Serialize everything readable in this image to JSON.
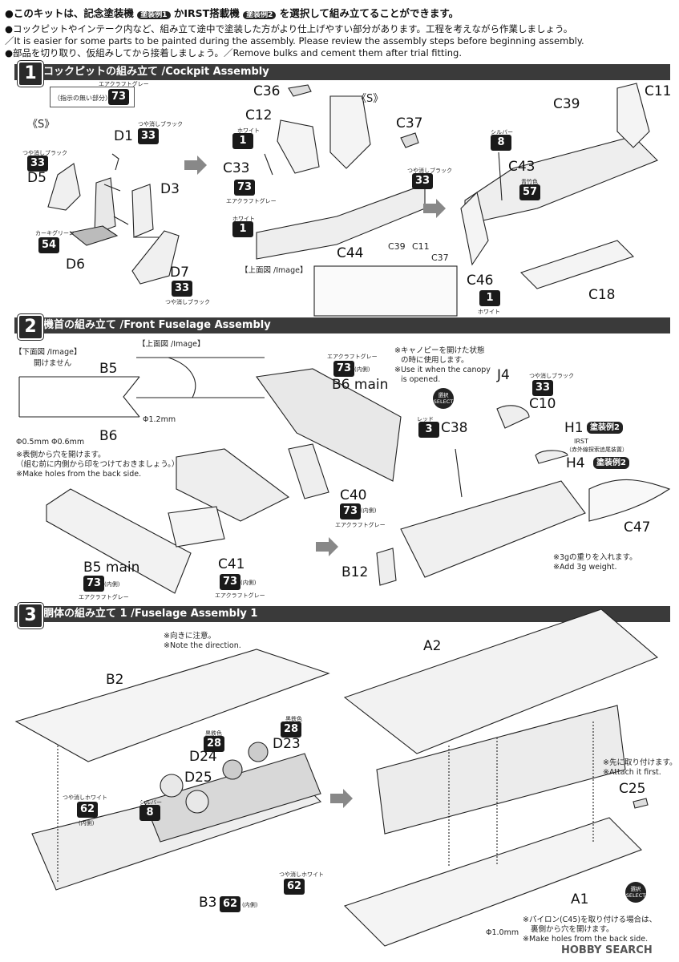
{
  "intro": {
    "line1": "●このキットは、記念塗装機",
    "line1_badge1": "塗装例1",
    "line1_mid": "かIRST搭載機",
    "line1_badge2": "塗装例2",
    "line1_end": "を選択して組み立てることができます。",
    "line2": "●コックピットやインテーク内など、組み立て途中で塗装した方がより仕上げやすい部分があります。工程を考えながら作業しましょう。",
    "line3": "／It is easier for some parts to be painted during the assembly. Please review the assembly steps before beginning assembly.",
    "line4": "●部品を切り取り、仮組みしてから接着しましょう。／Remove bulks and cement them after trial fitting."
  },
  "sections": [
    {
      "num": "1",
      "title": "コックピットの組み立て /Cockpit Assembly"
    },
    {
      "num": "2",
      "title": "機首の組み立て /Front Fuselage Assembly"
    },
    {
      "num": "3",
      "title": "胴体の組み立て 1 /Fuselage Assembly 1"
    }
  ],
  "step1": {
    "legend_label": "エアクラフトグレー",
    "legend_note": "（指示の無い部分）",
    "legend_code": "73",
    "s_left": "《S》",
    "s_mid": "《S》",
    "image_label": "【上面図 /Image】",
    "callouts": [
      {
        "part": "D1",
        "code": "33",
        "color": "つや消しブラック"
      },
      {
        "part": "D5",
        "code": "33",
        "color": "つや消しブラック"
      },
      {
        "part": "D3",
        "code": "",
        "color": ""
      },
      {
        "part": "D6",
        "code": "54",
        "color": "カーキグリーン"
      },
      {
        "part": "D7",
        "code": "33",
        "color": "つや消しブラック"
      },
      {
        "part": "C36",
        "code": "",
        "color": ""
      },
      {
        "part": "C12",
        "code": "1",
        "color": "ホワイト"
      },
      {
        "part": "C33",
        "code": "73",
        "color": "エアクラフトグレー"
      },
      {
        "part": "base",
        "code": "1",
        "color": "ホワイト"
      },
      {
        "part": "C37",
        "code": "33",
        "color": "つや消しブラック"
      },
      {
        "part": "C44",
        "code": "",
        "color": ""
      },
      {
        "part": "C39",
        "code": "",
        "color": ""
      },
      {
        "part": "C11",
        "code": "",
        "color": ""
      },
      {
        "part": "C43",
        "code": "8",
        "color": "シルバー"
      },
      {
        "part": "C43b",
        "code": "57",
        "color": "青竹色"
      },
      {
        "part": "C46",
        "code": "1",
        "color": "ホワイト"
      },
      {
        "part": "C18",
        "code": "",
        "color": ""
      }
    ],
    "image_tags": [
      "C39",
      "C11",
      "C37"
    ]
  },
  "step2": {
    "bottom_image": "【下面図 /Image】",
    "top_image": "【上面図 /Image】",
    "not_open": "開けません",
    "dia1": "Φ0.5mm",
    "dia2": "Φ0.6mm",
    "dia3": "Φ1.2mm",
    "hole_note_jp": "※表側から穴を開けます。",
    "hole_note_jp2": "（組む前に内側から印をつけておきましょう。）",
    "hole_note_en": "※Make holes from the back side.",
    "canopy_note_jp": "※キャノピーを開けた状態",
    "canopy_note_jp2": "の時に使用します。",
    "canopy_note_en": "※Use it when the canopy",
    "canopy_note_en2": "is opened.",
    "select": "選択 SELECT",
    "weight_jp": "※3gの重りを入れます。",
    "weight_en": "※Add 3g weight.",
    "irst": "IRST",
    "irst_jp": "（赤外線探索追尾装置）",
    "opt2": "塗装例2",
    "parts": [
      {
        "part": "B5",
        "code": "",
        "color": ""
      },
      {
        "part": "B6",
        "code": "",
        "color": ""
      },
      {
        "part": "B6 main",
        "code": "73",
        "color": "エアクラフトグレー",
        "note": "(内側)"
      },
      {
        "part": "C38",
        "code": "3",
        "color": "レッド"
      },
      {
        "part": "J4",
        "code": "",
        "color": ""
      },
      {
        "part": "C10",
        "code": "33",
        "color": "つや消しブラック"
      },
      {
        "part": "H1",
        "code": "",
        "color": ""
      },
      {
        "part": "H4",
        "code": "",
        "color": ""
      },
      {
        "part": "C40",
        "code": "73",
        "color": "エアクラフトグレー",
        "note": "(内側)"
      },
      {
        "part": "C47",
        "code": "",
        "color": ""
      },
      {
        "part": "B5 main",
        "code": "73",
        "color": "エアクラフトグレー",
        "note": "(内側)"
      },
      {
        "part": "C41",
        "code": "73",
        "color": "エアクラフトグレー",
        "note": "(内側)"
      },
      {
        "part": "B12",
        "code": "",
        "color": ""
      }
    ]
  },
  "step3": {
    "direction_jp": "※向きに注意。",
    "direction_en": "※Note the direction.",
    "attach_jp": "※先に取り付けます。",
    "attach_en": "※Attach it first.",
    "pylon_jp": "※パイロン(C45)を取り付ける場合は、",
    "pylon_jp2": "裏側から穴を開けます。",
    "pylon_en": "※Make holes from the back side.",
    "dia": "Φ1.0mm",
    "select": "選択 SELECT",
    "parts": [
      {
        "part": "B2",
        "code": "",
        "color": ""
      },
      {
        "part": "D24",
        "code": "28",
        "color": "黒鉄色"
      },
      {
        "part": "D23",
        "code": "28",
        "color": "黒鉄色"
      },
      {
        "part": "D25",
        "code": "8",
        "color": "シルバー"
      },
      {
        "part": "B2 inner",
        "code": "62",
        "color": "つや消しホワイト",
        "note": "(内側)"
      },
      {
        "part": "B3 inner",
        "code": "62",
        "color": "つや消しホワイト"
      },
      {
        "part": "B3",
        "code": "62",
        "color": "つや消しホワイト",
        "note": "(内側)"
      },
      {
        "part": "A2",
        "code": "",
        "color": ""
      },
      {
        "part": "C25",
        "code": "",
        "color": ""
      },
      {
        "part": "A1",
        "code": "",
        "color": ""
      }
    ]
  },
  "watermark": "HOBBY SEARCH"
}
